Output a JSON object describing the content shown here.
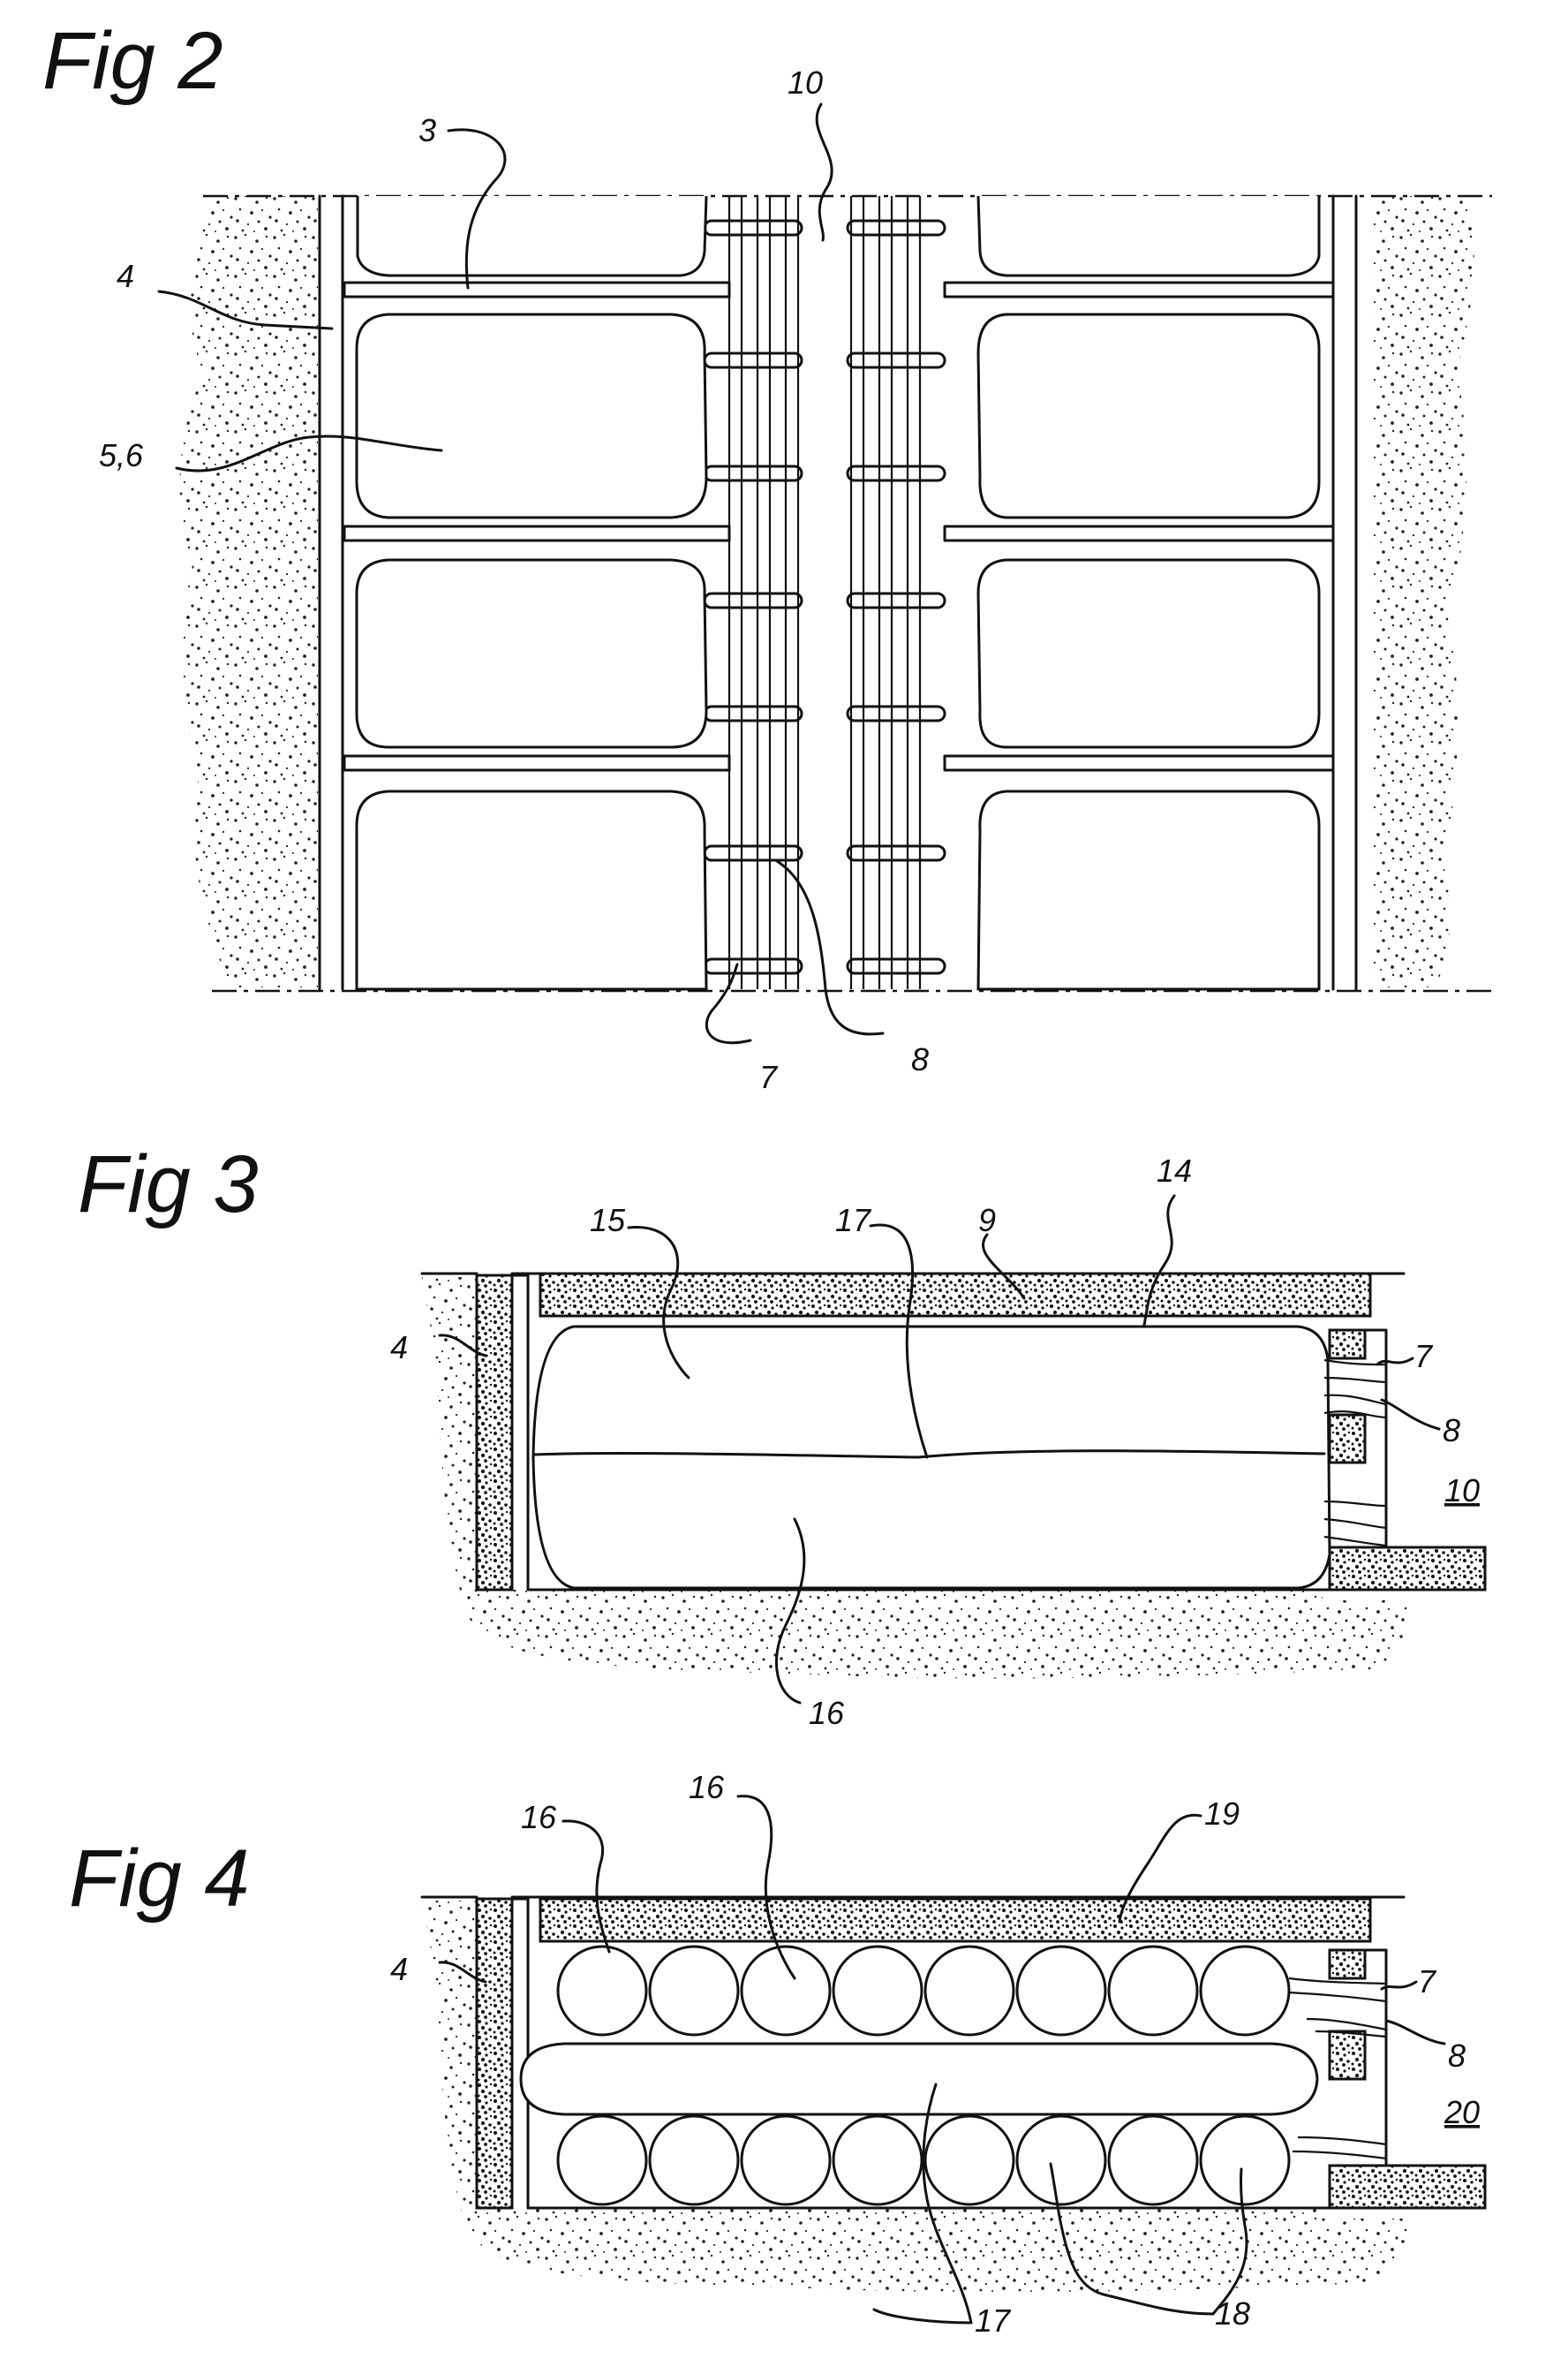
{
  "figures": [
    {
      "title": "Fig 2",
      "labels": [
        "3",
        "4",
        "5,6",
        "10",
        "7",
        "8"
      ]
    },
    {
      "title": "Fig 3",
      "labels": [
        "15",
        "17",
        "9",
        "14",
        "4",
        "7",
        "8",
        "10",
        "16"
      ]
    },
    {
      "title": "Fig 4",
      "labels": [
        "16",
        "16",
        "19",
        "4",
        "7",
        "8",
        "20",
        "17",
        "18"
      ]
    }
  ]
}
